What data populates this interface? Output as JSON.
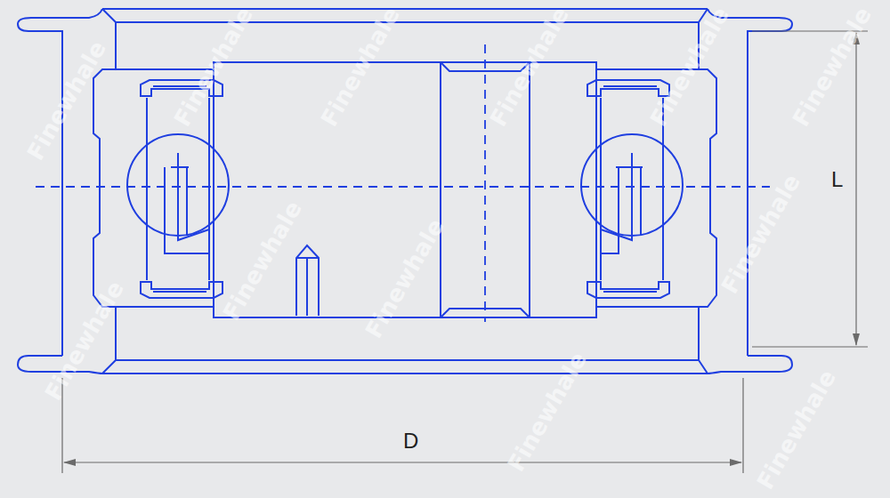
{
  "diagram": {
    "labels": [
      "L",
      "D",
      "Finewhale",
      "Finewhale",
      "Finewhale",
      "Finewhale",
      "Finewhale",
      "Finewhale",
      "Finewhale",
      "Finewhale",
      "Finewhale",
      "Finewhale",
      "Finewhale",
      "Finewhale"
    ]
  }
}
